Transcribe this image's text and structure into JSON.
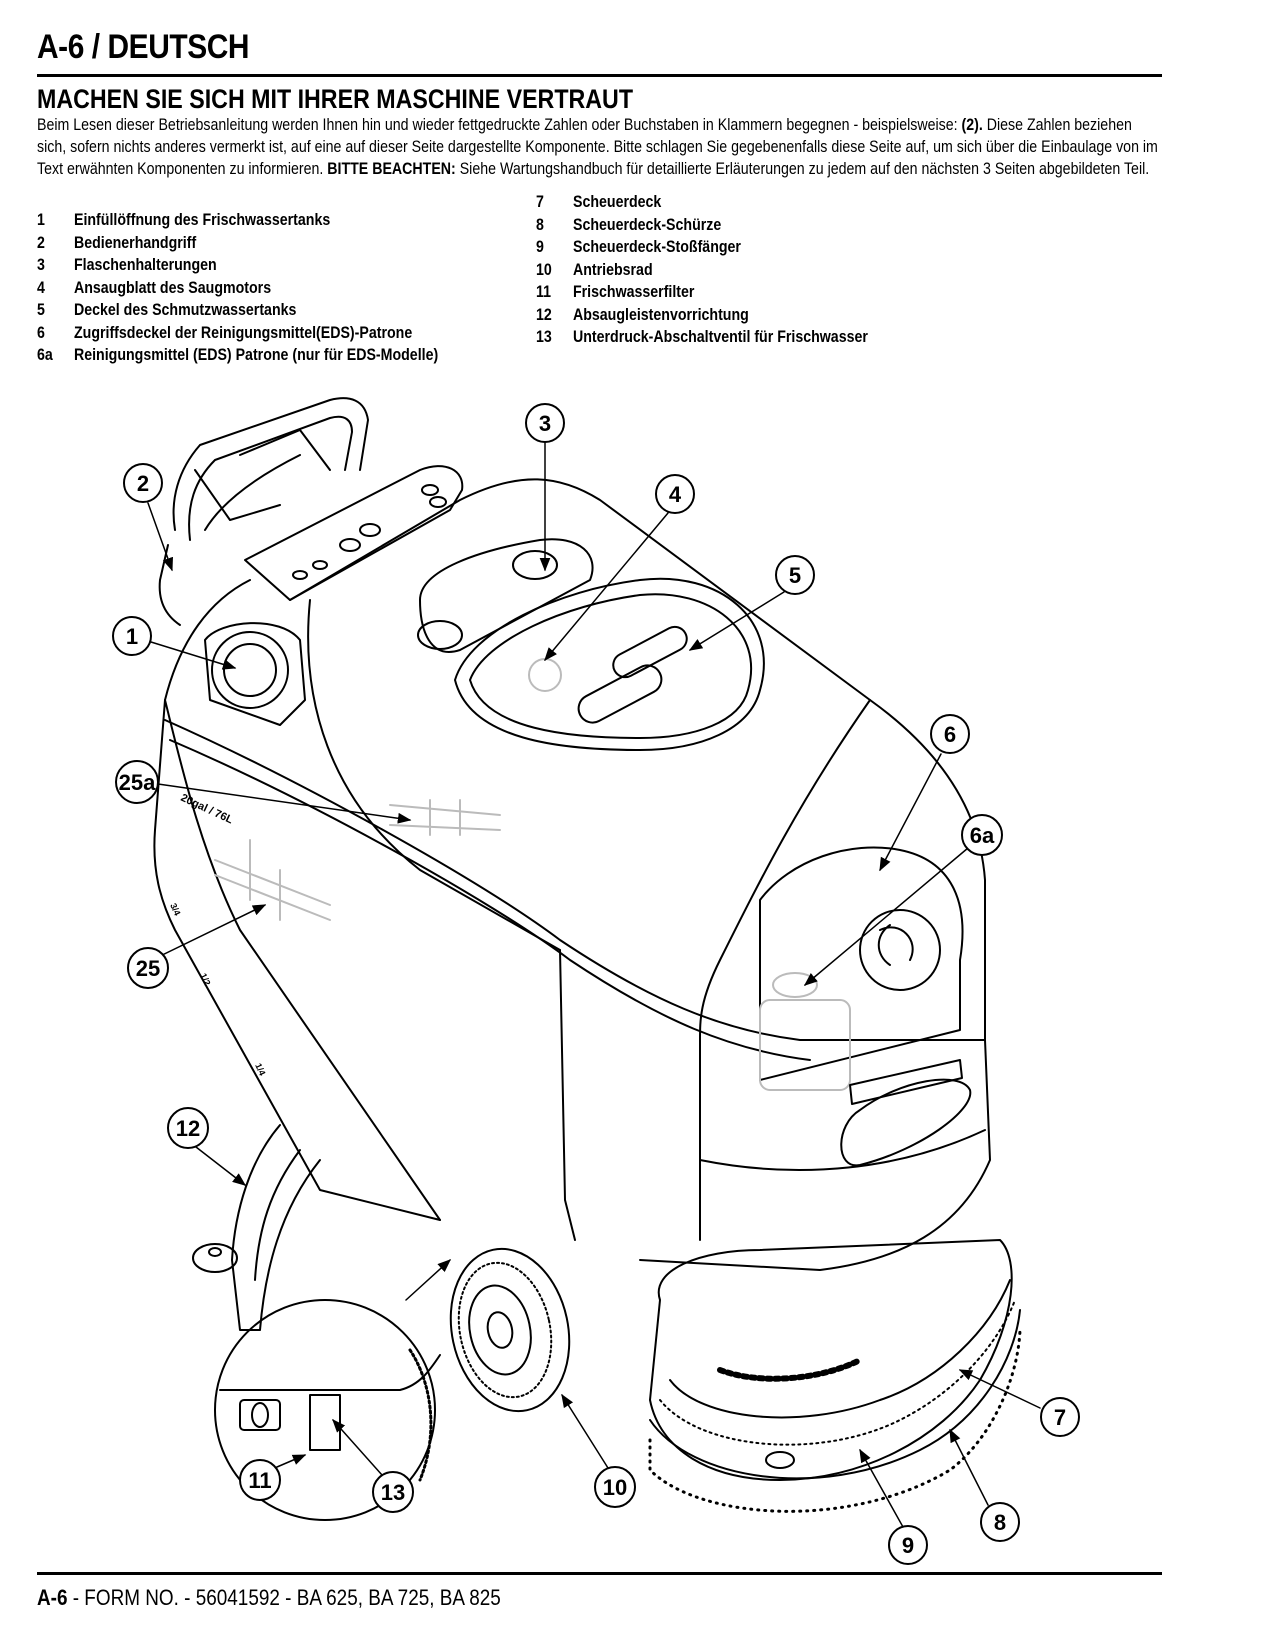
{
  "header": {
    "page_title": "A-6 / DEUTSCH",
    "section_title": "MACHEN SIE SICH MIT IHRER MASCHINE VERTRAUT"
  },
  "intro": {
    "part1": "Beim Lesen dieser Betriebsanleitung werden Ihnen hin und wieder fettgedruckte Zahlen oder Buchstaben in Klammern begegnen - beispielsweise: ",
    "example_bold": "(2).",
    "part2": "  Diese Zahlen beziehen sich, sofern nichts anderes vermerkt ist, auf eine auf dieser Seite dargestellte Komponente.  Bitte schlagen Sie gegebenenfalls diese Seite auf, um sich über die Einbaulage von im Text erwähnten Komponenten zu informieren.  ",
    "note_bold": "BITTE BEACHTEN:",
    "part3": "  Siehe Wartungshandbuch für detaillierte Erläuterungen zu jedem auf den nächsten 3 Seiten abgebildeten Teil."
  },
  "parts_left": [
    {
      "num": "1",
      "label": "Einfüllöffnung des Frischwassertanks"
    },
    {
      "num": "2",
      "label": "Bedienerhandgriff"
    },
    {
      "num": "3",
      "label": "Flaschenhalterungen"
    },
    {
      "num": "4",
      "label": "Ansaugblatt des Saugmotors"
    },
    {
      "num": "5",
      "label": "Deckel des Schmutzwassertanks"
    },
    {
      "num": "6",
      "label": "Zugriffsdeckel der Reinigungsmittel(EDS)-Patrone"
    },
    {
      "num": "6a",
      "label": "Reinigungsmittel (EDS) Patrone (nur für EDS-Modelle)"
    }
  ],
  "parts_right": [
    {
      "num": "7",
      "label": "Scheuerdeck"
    },
    {
      "num": "8",
      "label": "Scheuerdeck-Schürze"
    },
    {
      "num": "9",
      "label": "Scheuerdeck-Stoßfänger"
    },
    {
      "num": "10",
      "label": "Antriebsrad"
    },
    {
      "num": "11",
      "label": "Frischwasserfilter"
    },
    {
      "num": "12",
      "label": "Absaugleistenvorrichtung"
    },
    {
      "num": "13",
      "label": "Unterdruck-Abschaltventil für Frischwasser"
    }
  ],
  "diagram": {
    "callouts": [
      "1",
      "2",
      "3",
      "4",
      "5",
      "6",
      "6a",
      "7",
      "8",
      "9",
      "10",
      "11",
      "12",
      "13",
      "25",
      "25a"
    ],
    "tank_gauge": {
      "capacity": "20gal / 76L",
      "marks": [
        "3/4",
        "1/2",
        "1/4"
      ]
    }
  },
  "footer": {
    "page_ref": "A-6",
    "text": " - FORM NO. - 56041592 - BA 625, BA 725, BA 825"
  }
}
